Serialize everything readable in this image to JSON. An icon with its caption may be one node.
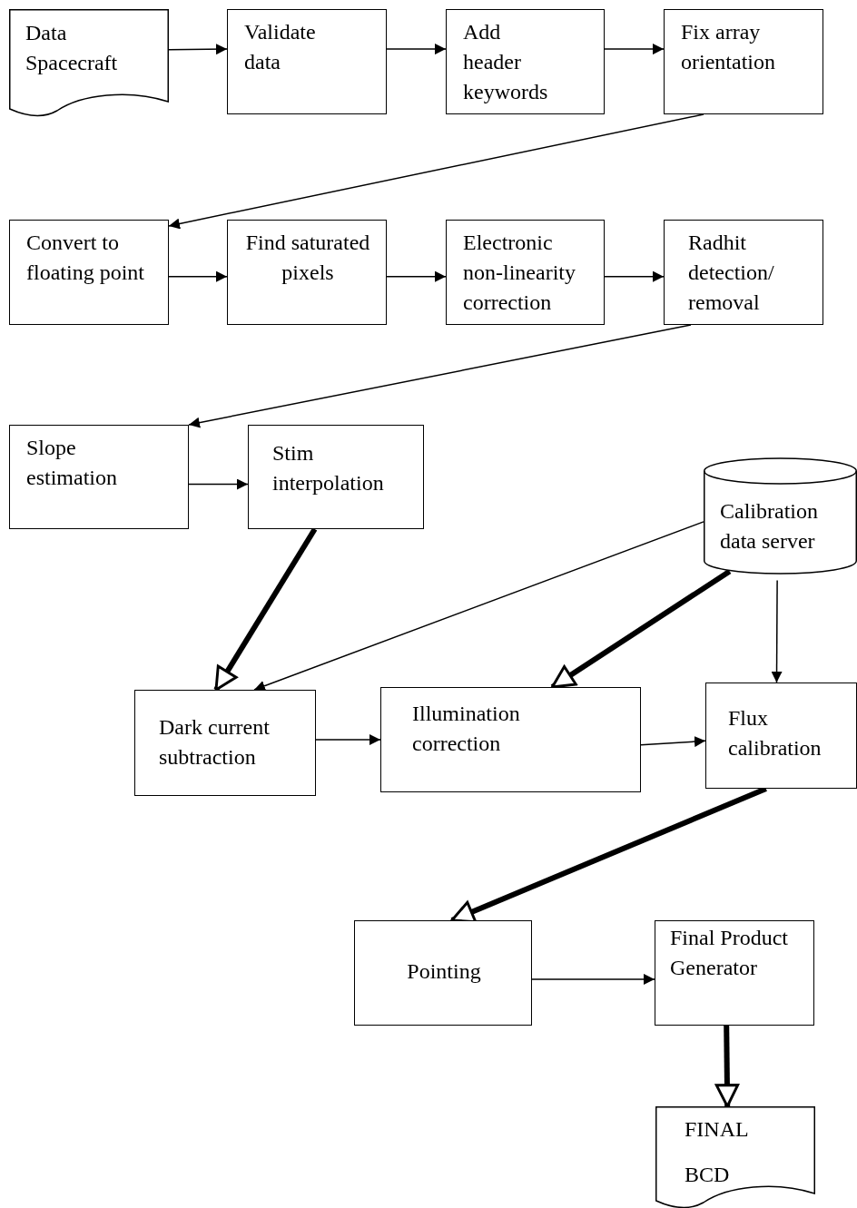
{
  "diagram": {
    "nodes": [
      {
        "text": [
          "Data Spacecraft"
        ]
      },
      {
        "text": [
          "Validate data"
        ]
      },
      {
        "text": [
          "Add header keywords"
        ]
      },
      {
        "text": [
          "Fix array orientation"
        ]
      },
      {
        "text": [
          "Convert to floating point"
        ]
      },
      {
        "text": [
          "Find saturated pixels"
        ]
      },
      {
        "text": [
          "Electronic non-linearity correction"
        ]
      },
      {
        "text": [
          "Radhit detection/ removal"
        ]
      },
      {
        "text": [
          "Slope estimation"
        ]
      },
      {
        "text": [
          "Stim interpolation"
        ]
      },
      {
        "text": [
          "Calibration data server"
        ]
      },
      {
        "text": [
          "Dark current subtraction"
        ]
      },
      {
        "text": [
          "Illumination correction"
        ]
      },
      {
        "text": [
          "Flux calibration"
        ]
      },
      {
        "text": [
          "Pointing"
        ]
      },
      {
        "text": [
          "Final Product Generator"
        ]
      },
      {
        "text": [
          "FINAL BCD"
        ]
      }
    ],
    "edges": [
      {
        "from": 0,
        "to": 1,
        "arrow": "to"
      },
      {
        "from": 1,
        "to": 2,
        "arrow": "to"
      },
      {
        "from": 2,
        "to": 3,
        "arrow": "to"
      },
      {
        "from": 3,
        "to": 4,
        "arrow": "to"
      },
      {
        "from": 4,
        "to": 5,
        "arrow": "to"
      },
      {
        "from": 5,
        "to": 6,
        "arrow": "to"
      },
      {
        "from": 6,
        "to": 7,
        "arrow": "to"
      },
      {
        "from": 7,
        "to": 8,
        "arrow": "to"
      },
      {
        "from": 8,
        "to": 9,
        "arrow": "to"
      },
      {
        "from": 9,
        "to": 11,
        "arrow": "to",
        "style": "thick"
      },
      {
        "from": 10,
        "to": 11,
        "arrow": "to"
      },
      {
        "from": 10,
        "to": 12,
        "arrow": "to",
        "style": "thick"
      },
      {
        "from": 10,
        "to": 13,
        "arrow": "to"
      },
      {
        "from": 11,
        "to": 12,
        "arrow": "to"
      },
      {
        "from": 12,
        "to": 13,
        "arrow": "to"
      },
      {
        "from": 13,
        "to": 14,
        "arrow": "to",
        "style": "thick"
      },
      {
        "from": 14,
        "to": 15,
        "arrow": "to"
      },
      {
        "from": 15,
        "to": 16,
        "arrow": "to",
        "style": "thick"
      }
    ]
  }
}
